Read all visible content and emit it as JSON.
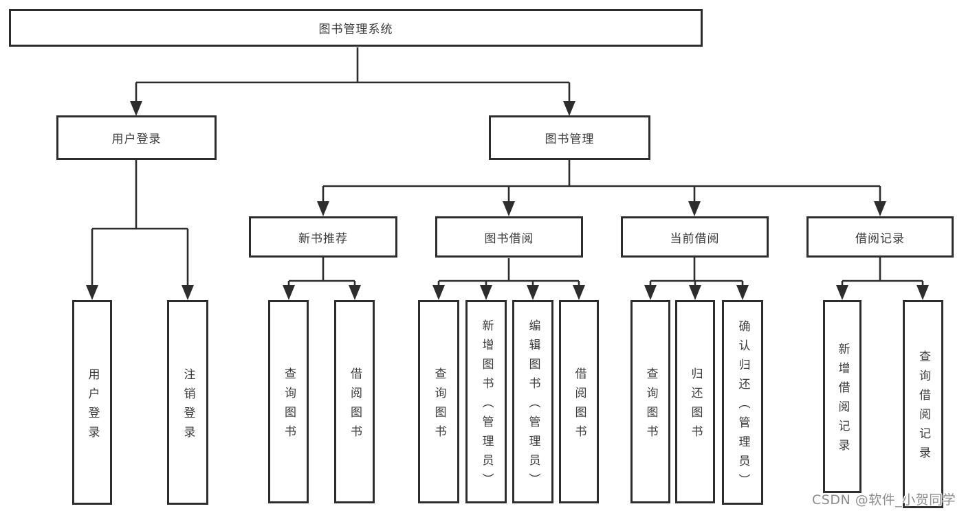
{
  "colors": {
    "line": "#2d2d2d",
    "box_border": "#2d2d2d",
    "text": "#3a3a3a",
    "watermark": "#8c8c8c",
    "background": "#ffffff"
  },
  "watermark": "CSDN @软件_小贺同学",
  "tree": {
    "root": {
      "label": "图书管理系统"
    },
    "branches": [
      {
        "label": "用户登录",
        "children": [
          {
            "label": "用户登录"
          },
          {
            "label": "注销登录"
          }
        ]
      },
      {
        "label": "图书管理",
        "children": [
          {
            "label": "新书推荐",
            "children": [
              {
                "label": "查询图书"
              },
              {
                "label": "借阅图书"
              }
            ]
          },
          {
            "label": "图书借阅",
            "children": [
              {
                "label": "查询图书"
              },
              {
                "label": "新增图书（管理员）"
              },
              {
                "label": "编辑图书（管理员）"
              },
              {
                "label": "借阅图书"
              }
            ]
          },
          {
            "label": "当前借阅",
            "children": [
              {
                "label": "查询图书"
              },
              {
                "label": "归还图书"
              },
              {
                "label": "确认归还（管理员）"
              }
            ]
          },
          {
            "label": "借阅记录",
            "children": [
              {
                "label": "新增借阅记录"
              },
              {
                "label": "查询借阅记录"
              }
            ]
          }
        ]
      }
    ]
  }
}
